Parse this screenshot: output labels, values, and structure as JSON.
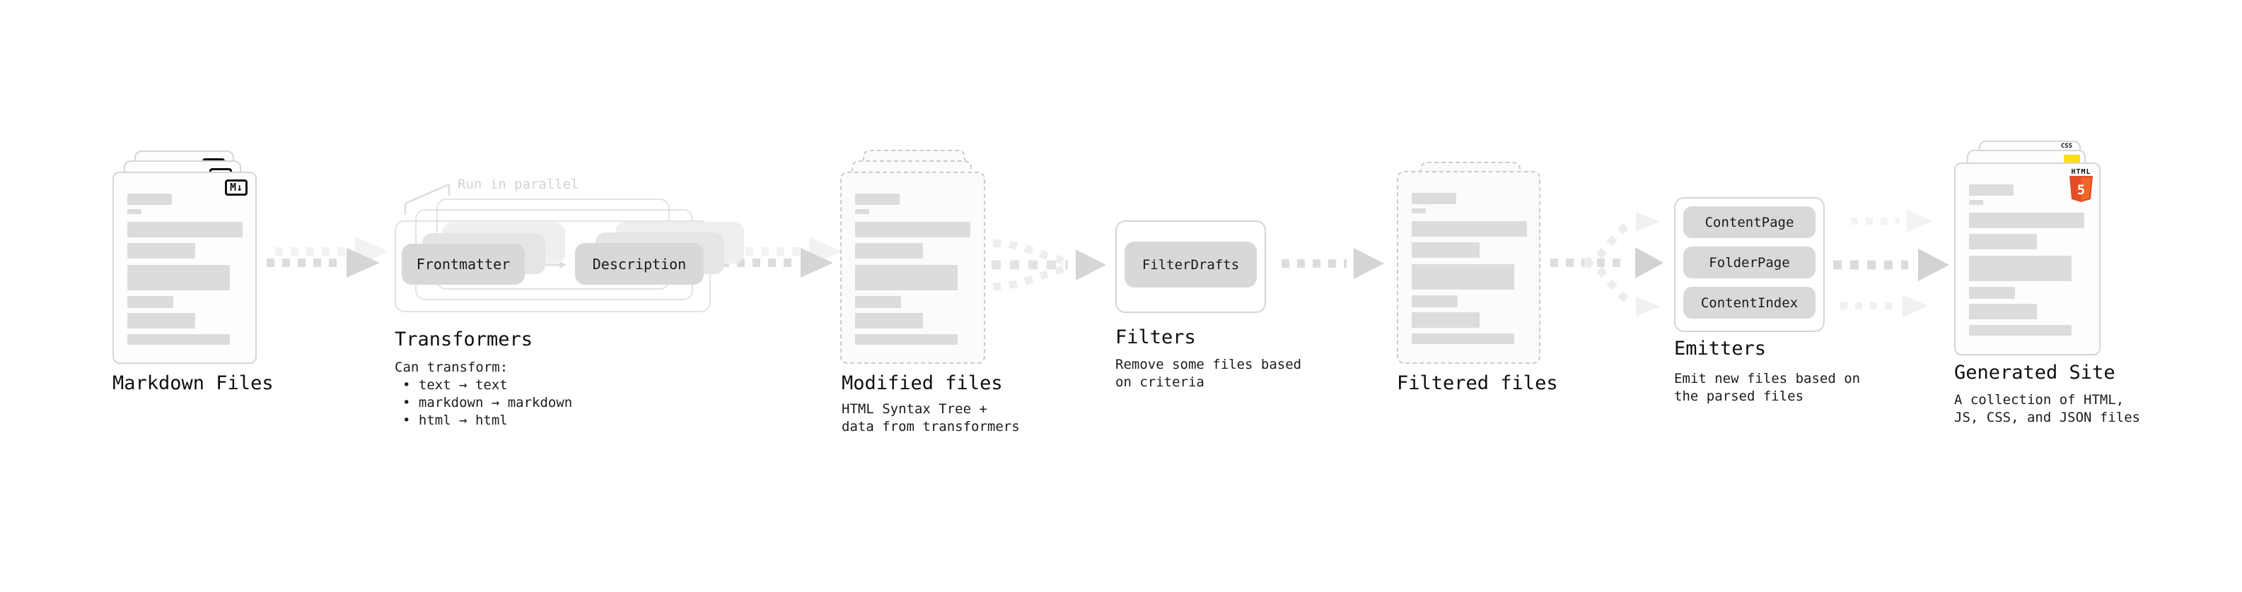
{
  "markdown_files": {
    "label": "Markdown Files",
    "badge": "M↓"
  },
  "transformers": {
    "annotation": "Run in parallel",
    "pill_left": "Frontmatter",
    "pill_right": "Description",
    "label": "Transformers",
    "body_title": "Can transform:",
    "bullets": [
      "• text → text",
      "• markdown → markdown",
      "• html → html"
    ]
  },
  "modified_files": {
    "label": "Modified files",
    "desc": [
      "HTML Syntax Tree +",
      "data from transformers"
    ]
  },
  "filters": {
    "pill": "FilterDrafts",
    "label": "Filters",
    "desc": [
      "Remove some files based",
      "on criteria"
    ]
  },
  "filtered_files": {
    "label": "Filtered files"
  },
  "emitters": {
    "pills": [
      "ContentPage",
      "FolderPage",
      "ContentIndex"
    ],
    "label": "Emitters",
    "desc": [
      "Emit new files based on",
      "the parsed files"
    ]
  },
  "generated_site": {
    "label": "Generated Site",
    "desc": [
      "A collection of HTML,",
      "JS, CSS, and JSON files"
    ],
    "css_icon": "CSS",
    "html_icon_word": "HTML",
    "html_icon_number": "5"
  },
  "colors": {
    "css_blue": "#2965f1",
    "js_yellow": "#ffdf00",
    "html_orange": "#e44d26",
    "html_orange_light": "#f16529",
    "bar_gray": "#dcdcdc",
    "pill_gray": "#d8d8d8"
  }
}
